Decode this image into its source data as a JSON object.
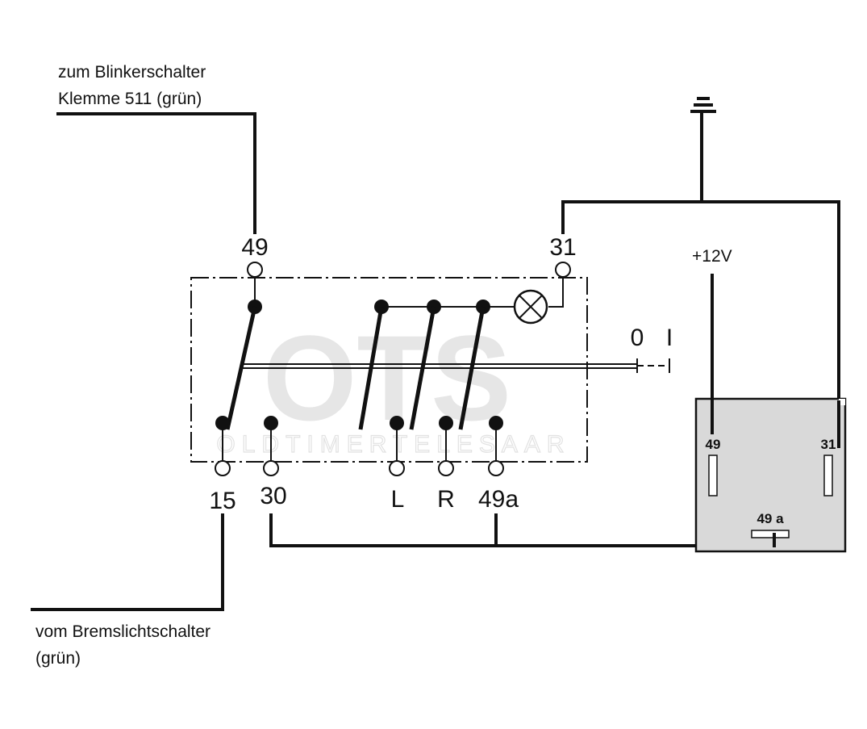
{
  "labels": {
    "blinker_line1": "zum Blinkerschalter",
    "blinker_line2": "Klemme 511 (grün)",
    "brake_line1": "vom Bremslichtschalter",
    "brake_line2": "(grün)",
    "plus12v": "+12V"
  },
  "switch_terminals": {
    "t49": "49",
    "t31": "31",
    "t15": "15",
    "t30": "30",
    "tL": "L",
    "tR": "R",
    "t49a": "49a",
    "pos0": "0",
    "pos1": "I"
  },
  "relay": {
    "pin49": "49",
    "pin31": "31",
    "pin49a": "49 a",
    "fill_color": "#d9d9d9"
  },
  "watermark": {
    "text": "OTS",
    "subtext": "OLDTIMERTELESAAR"
  },
  "colors": {
    "ink": "#111111",
    "relay_box": "#d9d9d9"
  }
}
